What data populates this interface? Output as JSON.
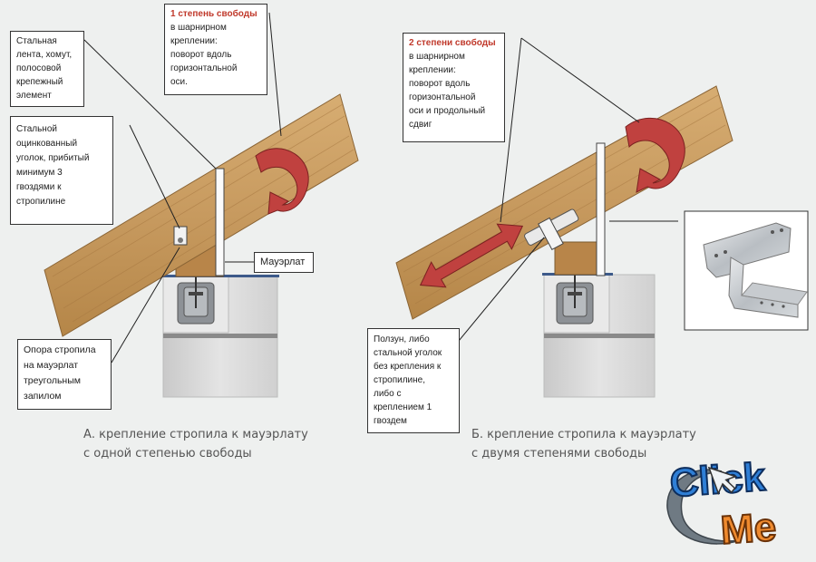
{
  "diagram_a": {
    "label_strip": "Стальная\nлента, хомут,\nполосовой\nкрепежный\nэлемент",
    "label_corner": "Стальной\nоцинкованный\nуголок, прибитый\nминимум 3\nгвоздями  к\nстропилине",
    "label_freedom_title": "1 степень свободы",
    "label_freedom_text": "в шарнирном\nкреплении:\nповорот вдоль\nгоризонтальной\nоси.",
    "label_mauerlat": "Мауэрлат",
    "label_support": "Опора стропила\nна мауэрлат\nтреугольным\nзапилом",
    "caption_line1": "А. крепление стропила к мауэрлату",
    "caption_line2": "с одной степенью свободы"
  },
  "diagram_b": {
    "label_freedom_title": "2 степени свободы",
    "label_freedom_text": "в шарнирном\nкреплении:\nповорот вдоль\nгоризонтальной\nоси и продольный\nсдвиг",
    "label_slider": "Ползун, либо\nстальной уголок\nбез крепления к\nстропилине,\nлибо с\nкреплением 1\nгвоздем",
    "caption_line1": "Б. крепление стропила к мауэрлату",
    "caption_line2": "с двумя степенями свободы"
  },
  "logo": {
    "word1": "Click",
    "word2": "Me"
  },
  "colors": {
    "wood": "#c79a5f",
    "wood_dark": "#a87a43",
    "arrow_red": "#c0413f",
    "wall": "#d6d6d6",
    "plate_blue": "#3d5a8a"
  },
  "icons": [
    "rotation-arrow-icon",
    "double-arrow-icon",
    "cursor-icon"
  ]
}
